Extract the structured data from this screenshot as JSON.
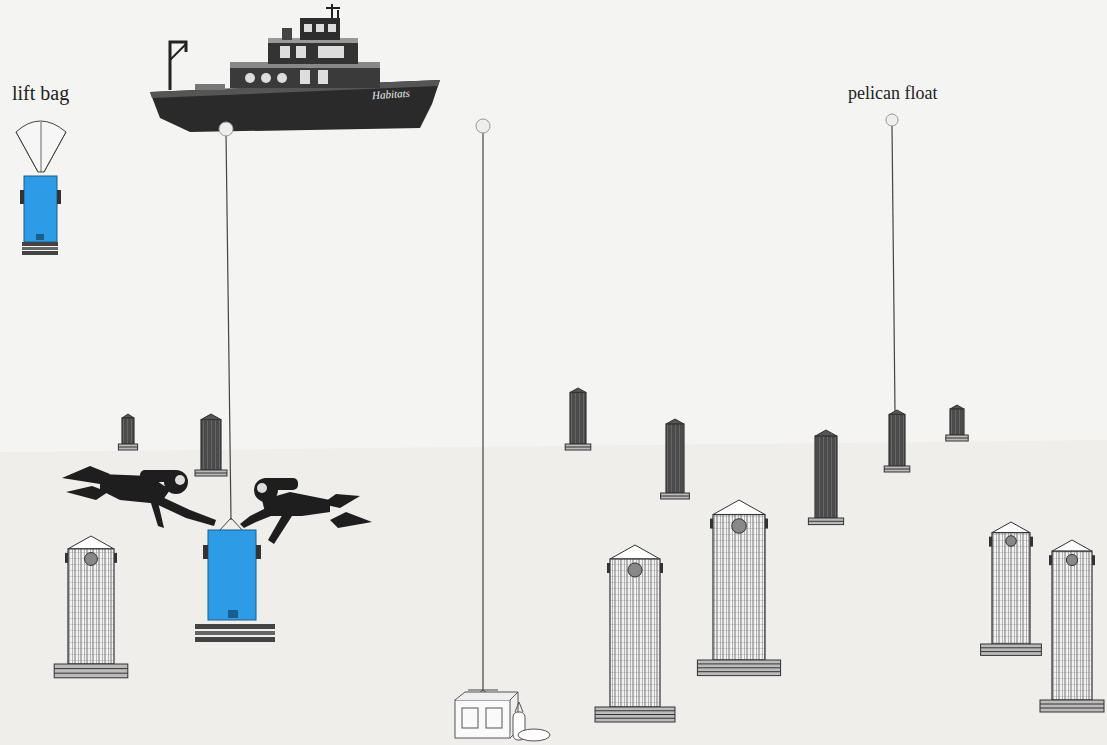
{
  "diagram": {
    "labels": [
      "lift bag",
      "Habitats",
      "pelican float"
    ]
  }
}
